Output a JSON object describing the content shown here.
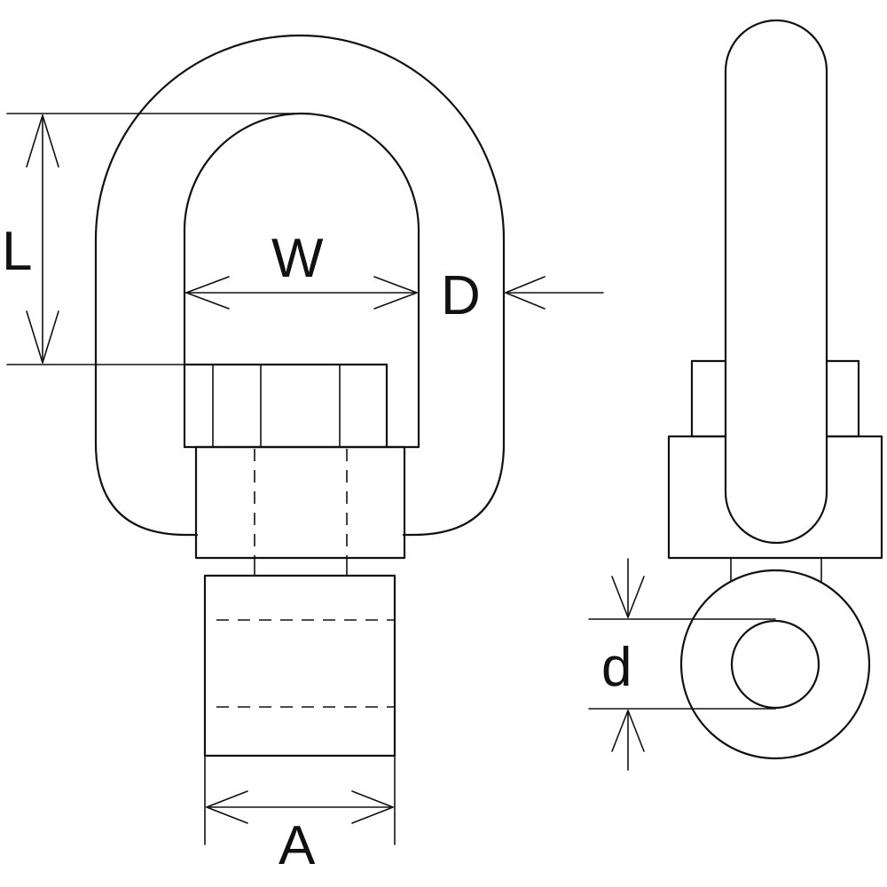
{
  "diagram": {
    "labels": {
      "L": "L",
      "W": "W",
      "D": "D",
      "d": "d",
      "A": "A"
    }
  }
}
